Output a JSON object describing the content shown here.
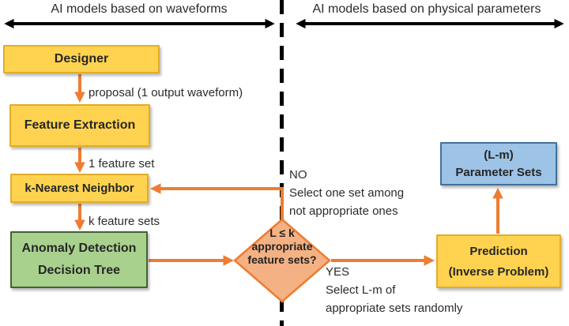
{
  "diagram": {
    "headers": {
      "left": "AI models based on waveforms",
      "right": "AI models based on physical parameters"
    },
    "nodes": {
      "designer": {
        "label": "Designer"
      },
      "feature_extraction": {
        "label": "Feature Extraction"
      },
      "knn": {
        "label": "k-Nearest Neighbor"
      },
      "anomaly": {
        "line1": "Anomaly Detection",
        "line2": "Decision Tree"
      },
      "decision": {
        "line1": "L ≤ k",
        "line2": "appropriate",
        "line3": "feature sets?"
      },
      "parameter_sets": {
        "line1": "(L-m)",
        "line2": "Parameter Sets"
      },
      "prediction": {
        "line1": "Prediction",
        "line2": "(Inverse Problem)"
      }
    },
    "edge_labels": {
      "proposal": "proposal (1 output waveform)",
      "one_feature_set": "1 feature set",
      "k_feature_sets": "k feature sets",
      "no": {
        "title": "NO",
        "line1": "Select one set among",
        "line2": "not appropriate ones"
      },
      "yes": {
        "title": "YES",
        "line1": "Select L-m of",
        "line2": "appropriate sets randomly"
      }
    },
    "colors": {
      "arrow": "#ED7D31",
      "yellow_fill": "#FFD34F",
      "yellow_border": "#E3AC28",
      "green_fill": "#A9D18E",
      "green_border": "#41632F",
      "blue_fill": "#9DC3E6",
      "blue_border": "#41719C",
      "diamond_fill": "#F4B183",
      "diamond_border": "#ED7D31",
      "divider": "#000000"
    }
  }
}
